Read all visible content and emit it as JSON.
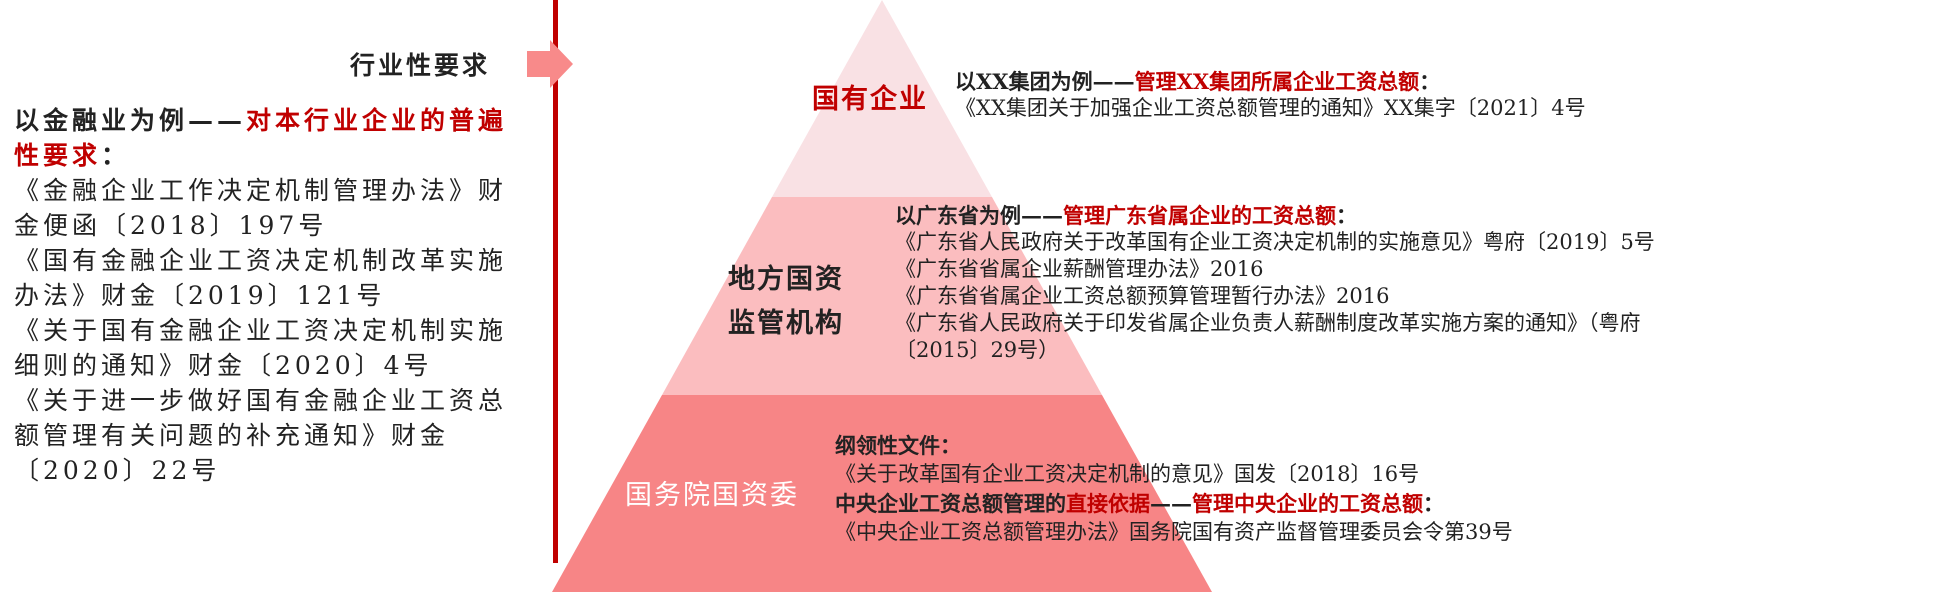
{
  "colors": {
    "top": "#f9e1e4",
    "middle": "#fbbdbf",
    "bottom": "#f78586",
    "accent": "#c00000",
    "arrow": "#f88a8a"
  },
  "left": {
    "header": "行业性要求",
    "intro_prefix": "以金融业为例——",
    "intro_highlight": "对本行业企业的普遍性要求",
    "intro_suffix": "：",
    "docs": [
      "《金融企业工作决定机制管理办法》财金便函〔2018〕197号",
      "《国有金融企业工资决定机制改革实施办法》财金〔2019〕121号",
      "《关于国有金融企业工资决定机制实施细则的通知》财金〔2020〕4号",
      "《关于进一步做好国有金融企业工资总额管理有关问题的补充通知》财金〔2020〕22号"
    ]
  },
  "pyramid": {
    "top": {
      "label": "国有企业",
      "intro_prefix": "以XX集团为例——",
      "intro_highlight": "管理XX集团所属企业工资总额",
      "intro_suffix": "：",
      "docs": [
        "《XX集团关于加强企业工资总额管理的通知》XX集字〔2021〕4号"
      ]
    },
    "middle": {
      "label_line1": "地方国资",
      "label_line2": "监管机构",
      "intro_prefix": "以广东省为例——",
      "intro_highlight": "管理广东省属企业的工资总额",
      "intro_suffix": "：",
      "docs": [
        "《广东省人民政府关于改革国有企业工资决定机制的实施意见》粤府〔2019〕5号",
        "《广东省省属企业薪酬管理办法》2016",
        "《广东省省属企业工资总额预算管理暂行办法》2016",
        "《广东省人民政府关于印发省属企业负责人薪酬制度改革实施方案的通知》（粤府",
        "〔2015〕29号）"
      ]
    },
    "bottom": {
      "label": "国务院国资委",
      "heading": "纲领性文件：",
      "doc1": "《关于改革国有企业工资决定机制的意见》国发〔2018〕16号",
      "basis_prefix": "中央企业工资总额管理的",
      "basis_highlight1": "直接依据",
      "basis_dash": "——",
      "basis_highlight2": "管理中央企业的工资总额",
      "basis_suffix": "：",
      "doc2": "《中央企业工资总额管理办法》国务院国有资产监督管理委员会令第39号"
    }
  }
}
